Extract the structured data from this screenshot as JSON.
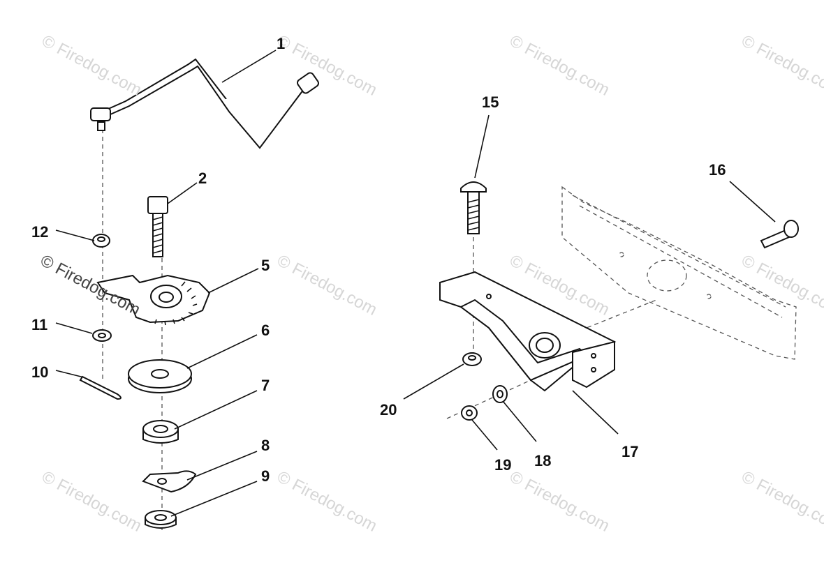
{
  "watermark": "© Firedog.com",
  "callouts": {
    "c1": "1",
    "c2": "2",
    "c5": "5",
    "c6": "6",
    "c7": "7",
    "c8": "8",
    "c9": "9",
    "c10": "10",
    "c11": "11",
    "c12": "12",
    "c15": "15",
    "c16": "16",
    "c17": "17",
    "c18": "18",
    "c19": "19",
    "c20": "20"
  }
}
